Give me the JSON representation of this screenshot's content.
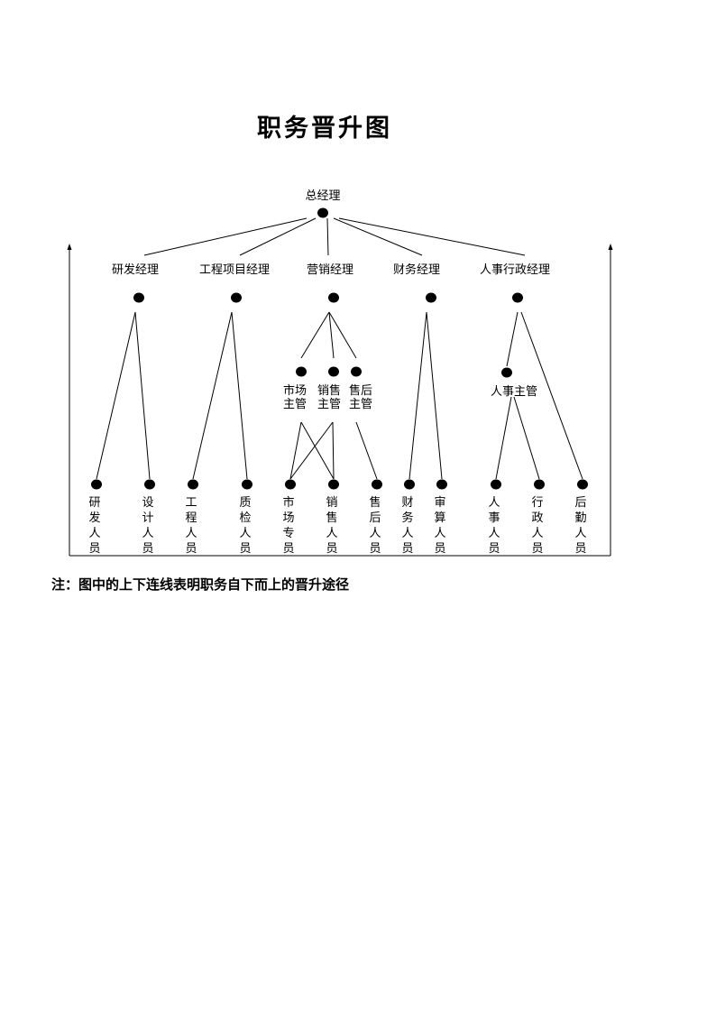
{
  "title": "职务晋升图",
  "note": "注：图中的上下连线表明职务自下而上的晋升途径",
  "nodes": {
    "gm": "总经理",
    "rd_mgr": "研发经理",
    "eng_mgr": "工程项目经理",
    "mkt_mgr": "营销经理",
    "fin_mgr": "财务经理",
    "hr_mgr": "人事行政经理",
    "market_sup": "市场主管",
    "sales_sup": "销售主管",
    "after_sup": "售后主管",
    "hr_sup": "人事主管",
    "rd_staff": "研发人员",
    "design_staff": "设计人员",
    "eng_staff": "工程人员",
    "qc_staff": "质检人员",
    "market_staff": "市场专员",
    "sales_staff": "销售人员",
    "after_staff": "售后人员",
    "fin_staff": "财务人员",
    "audit_staff": "审算人员",
    "hr_staff": "人事人员",
    "admin_staff": "行政人员",
    "logistics_staff": "后勤人员"
  },
  "edges": [
    [
      "gm",
      "rd_mgr"
    ],
    [
      "gm",
      "eng_mgr"
    ],
    [
      "gm",
      "mkt_mgr"
    ],
    [
      "gm",
      "fin_mgr"
    ],
    [
      "gm",
      "hr_mgr"
    ],
    [
      "rd_mgr",
      "rd_staff"
    ],
    [
      "rd_mgr",
      "design_staff"
    ],
    [
      "eng_mgr",
      "eng_staff"
    ],
    [
      "eng_mgr",
      "qc_staff"
    ],
    [
      "mkt_mgr",
      "market_sup"
    ],
    [
      "mkt_mgr",
      "sales_sup"
    ],
    [
      "mkt_mgr",
      "after_sup"
    ],
    [
      "market_sup",
      "market_staff"
    ],
    [
      "market_sup",
      "sales_staff"
    ],
    [
      "sales_sup",
      "market_staff"
    ],
    [
      "sales_sup",
      "sales_staff"
    ],
    [
      "after_sup",
      "after_staff"
    ],
    [
      "fin_mgr",
      "fin_staff"
    ],
    [
      "fin_mgr",
      "audit_staff"
    ],
    [
      "hr_mgr",
      "hr_sup"
    ],
    [
      "hr_mgr",
      "logistics_staff"
    ],
    [
      "hr_sup",
      "hr_staff"
    ],
    [
      "hr_sup",
      "admin_staff"
    ]
  ]
}
